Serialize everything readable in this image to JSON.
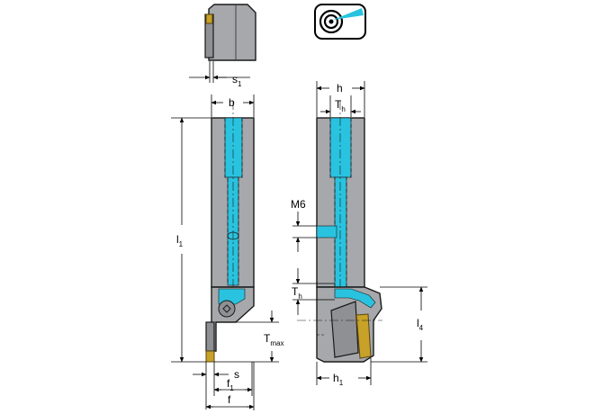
{
  "colors": {
    "body": "#a6a8ab",
    "coolant": "#29c3e0",
    "insert": "#c8a128",
    "outline": "#1a1a1a"
  },
  "icons": {
    "coolant_symbol": "target-with-coolant-jet-icon"
  },
  "labels": {
    "s1": {
      "main": "s",
      "sub": "1"
    },
    "b": "b",
    "l1": {
      "main": "l",
      "sub": "1"
    },
    "Tmax": {
      "main": "T",
      "sub": "max"
    },
    "s": "s",
    "f1": {
      "main": "f",
      "sub": "1"
    },
    "f": "f",
    "h": "h",
    "Th_top": {
      "main": "T",
      "sub": "h"
    },
    "M6": "M6",
    "Th_mid": {
      "main": "T",
      "sub": "h"
    },
    "l4": {
      "main": "l",
      "sub": "4"
    },
    "h1": {
      "main": "h",
      "sub": "1"
    }
  }
}
